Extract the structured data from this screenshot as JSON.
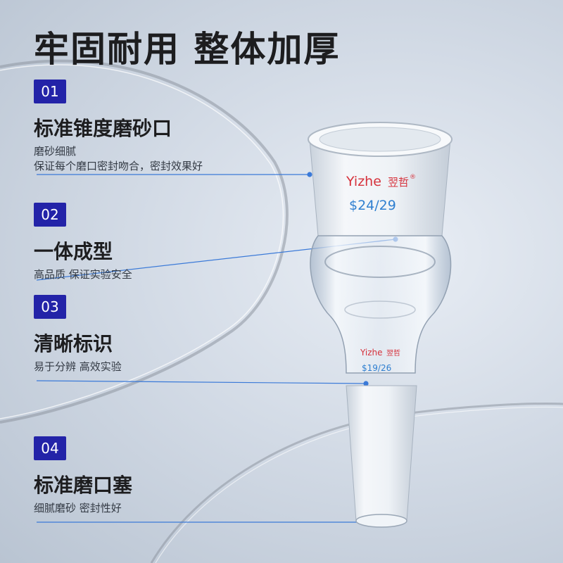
{
  "headline": "牢固耐用 整体加厚",
  "features": [
    {
      "num": "01",
      "title": "标准锥度磨砂口",
      "desc": [
        "磨砂细腻",
        "保证每个磨口密封吻合，密封效果好"
      ]
    },
    {
      "num": "02",
      "title": "一体成型",
      "desc": [
        "高品质 保证实验安全"
      ]
    },
    {
      "num": "03",
      "title": "清晰标识",
      "desc": [
        "易于分辨 高效实验"
      ]
    },
    {
      "num": "04",
      "title": "标准磨口塞",
      "desc": [
        "细腻磨砂 密封性好"
      ]
    }
  ],
  "product": {
    "brand_latin": "Yizhe",
    "brand_cn": "翌哲",
    "registered_mark": "®",
    "upper_size": "$24/29",
    "lower_size": "$19/26"
  },
  "colors": {
    "badge": "#2323a8",
    "brand_red": "#d6323c",
    "size_blue": "#2f7fd0",
    "leader_line": "#2f6fd8"
  }
}
